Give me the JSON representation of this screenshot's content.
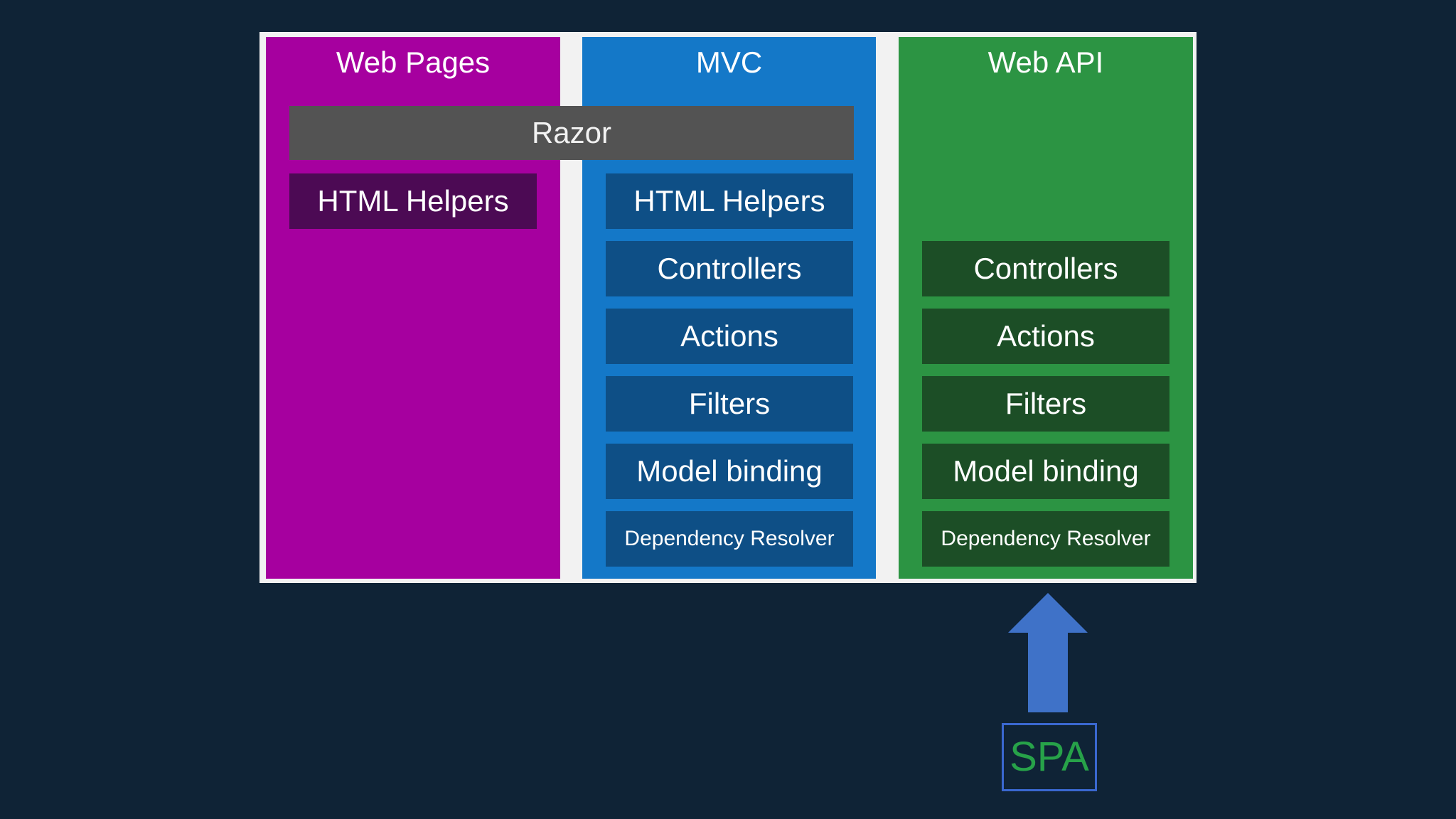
{
  "columns": {
    "web_pages": {
      "title": "Web Pages",
      "color": "#a6009f"
    },
    "mvc": {
      "title": "MVC",
      "color": "#1478c8"
    },
    "web_api": {
      "title": "Web API",
      "color": "#2c9443"
    }
  },
  "shared": {
    "razor": "Razor"
  },
  "web_pages_items": [
    "HTML Helpers"
  ],
  "mvc_items": [
    "HTML Helpers",
    "Controllers",
    "Actions",
    "Filters",
    "Model binding",
    "Dependency Resolver"
  ],
  "web_api_items": [
    "Controllers",
    "Actions",
    "Filters",
    "Model binding",
    "Dependency Resolver"
  ],
  "spa": {
    "label": "SPA",
    "arrow_icon": "up-arrow-icon"
  }
}
